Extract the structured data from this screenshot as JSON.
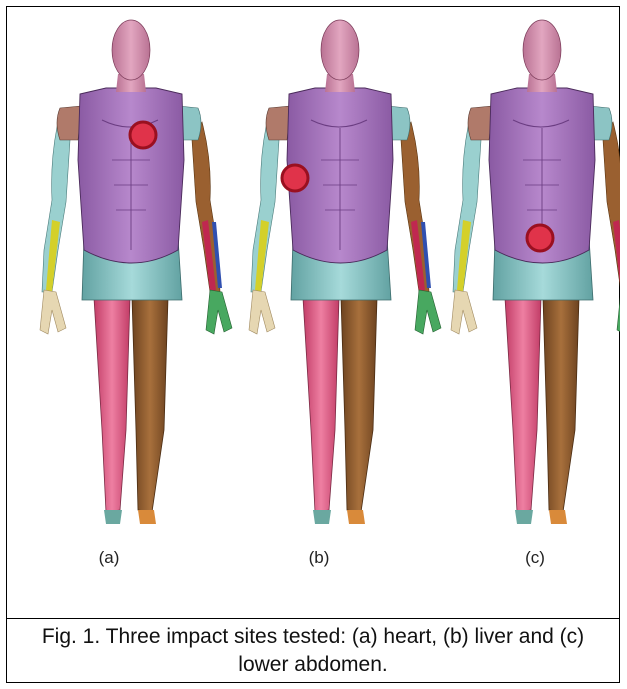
{
  "figure": {
    "panels": [
      {
        "label": "(a)",
        "impact_site": "heart"
      },
      {
        "label": "(b)",
        "impact_site": "liver"
      },
      {
        "label": "(c)",
        "impact_site": "lower abdomen"
      }
    ],
    "caption": "Fig. 1. Three impact sites tested: (a) heart, (b) liver and (c) lower abdomen."
  },
  "colors": {
    "head": "#c98aa8",
    "torso": "#a070b8",
    "shoulder_left": "#b07a6a",
    "shoulder_right": "#8cc4c4",
    "pelvis": "#7fbcbc",
    "leg_right_side_of_image_left": "#d9577f",
    "leg_other": "#8a5a2c",
    "impact_marker_fill": "#e0334a",
    "impact_marker_stroke": "#9a1020"
  }
}
